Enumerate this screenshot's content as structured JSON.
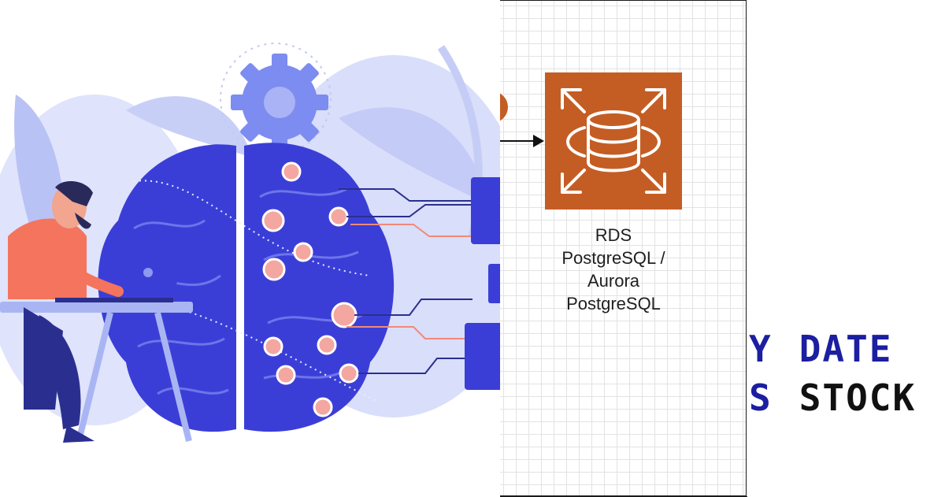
{
  "diagram": {
    "node_label_lines": [
      "RDS",
      "PostgreSQL /",
      "Aurora",
      "PostgreSQL"
    ],
    "node_color": "#c45d24",
    "node_icon": "rds-database-icon"
  },
  "code": {
    "line1": {
      "keyword_fragment": "Y",
      "keyword": "DATE"
    },
    "line2": {
      "keyword_fragment": "S",
      "identifier": "STOCK"
    },
    "keyword_color": "#1b1fa0",
    "identifier_color": "#111111"
  },
  "illustration": {
    "subject": "person-with-laptop-and-brain",
    "primary_color": "#3a3fd8",
    "accent_color": "#f08a78"
  }
}
